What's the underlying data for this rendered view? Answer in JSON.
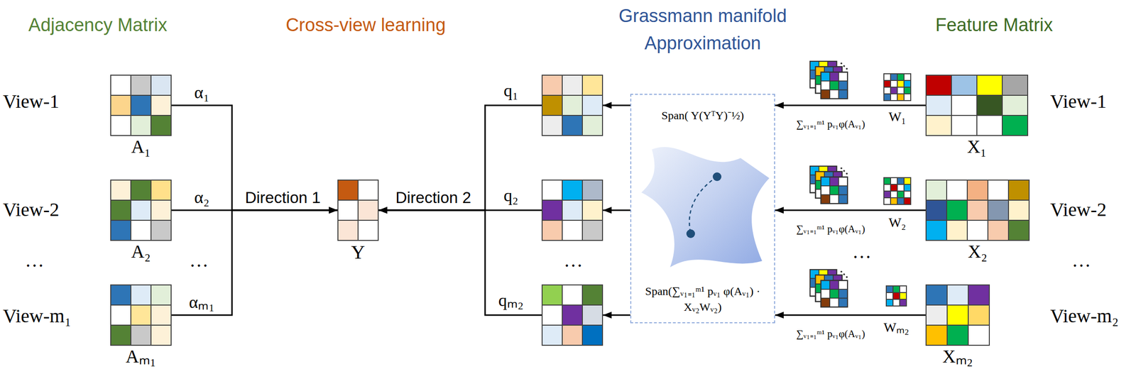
{
  "diagram": {
    "nodes": [
      {
        "text": [
          "A₁"
        ]
      },
      {
        "text": [
          "A₂"
        ]
      },
      {
        "text": [
          "Aₘ₁"
        ]
      },
      {
        "text": [
          "Y"
        ]
      },
      {
        "text": [
          "q₁"
        ]
      },
      {
        "text": [
          "q₂"
        ]
      },
      {
        "text": [
          "qₘ₂"
        ]
      },
      {
        "text": [
          "Span( Y(YᵀY)⁻½)",
          "Span(∑ᵥ₁₌₁ᵐ¹ pᵥ₁ φ(Aᵥ₁) · Xᵥ₂Wᵥ₂)"
        ]
      },
      {
        "text": [
          "W₁"
        ]
      },
      {
        "text": [
          "X₁"
        ]
      },
      {
        "text": [
          "W₂"
        ]
      },
      {
        "text": [
          "X₂"
        ]
      },
      {
        "text": [
          "Wₘ₂"
        ]
      },
      {
        "text": [
          "Xₘ₂"
        ]
      }
    ],
    "edges": [
      {
        "from": 0,
        "to": 3,
        "arrow": "to",
        "label": "α₁"
      },
      {
        "from": 1,
        "to": 3,
        "arrow": "to",
        "label": "α₂"
      },
      {
        "from": 2,
        "to": 3,
        "arrow": "to",
        "label": "αₘ₁"
      },
      {
        "from": 4,
        "to": 3,
        "arrow": "to"
      },
      {
        "from": 5,
        "to": 3,
        "arrow": "to"
      },
      {
        "from": 6,
        "to": 3,
        "arrow": "to"
      },
      {
        "from": 7,
        "to": 4,
        "arrow": "to"
      },
      {
        "from": 7,
        "to": 5,
        "arrow": "to"
      },
      {
        "from": 7,
        "to": 6,
        "arrow": "to"
      },
      {
        "from": 9,
        "to": 7,
        "arrow": "to",
        "label": "∑ᵥ₁₌₁ᵐ¹ pᵥ₁φ(Aᵥ₁)"
      },
      {
        "from": 11,
        "to": 7,
        "arrow": "to",
        "label": "∑ᵥ₁₌₁ᵐ¹ pᵥ₁φ(Aᵥ₁)"
      },
      {
        "from": 13,
        "to": 7,
        "arrow": "to",
        "label": "∑ᵥ₁₌₁ᵐ¹ pᵥ₁φ(Aᵥ₁)"
      }
    ],
    "labels": [
      "Adjacency Matrix",
      "Cross-view learning",
      "Grassmann manifold Approximation",
      "Feature Matrix",
      "View-1",
      "View-2",
      "…",
      "View-m₁",
      "…",
      "Direction 1",
      "Direction 2",
      "…",
      "…",
      "View-1",
      "View-2",
      "…",
      "View-m₂"
    ]
  }
}
